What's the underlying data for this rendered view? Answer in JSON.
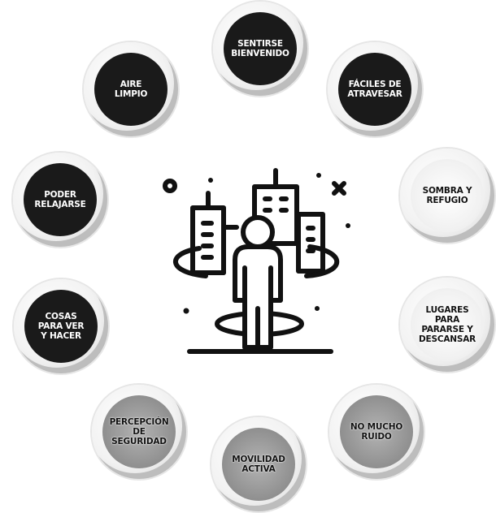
{
  "nodes": [
    {
      "id": "sentirse-bienvenido",
      "label": "SENTIRSE\nBIENVENIDO",
      "style": "dark"
    },
    {
      "id": "faciles-de-atravesar",
      "label": "FÁCILES DE\nATRAVESAR",
      "style": "dark"
    },
    {
      "id": "sombra-y-refugio",
      "label": "SOMBRA Y\nREFUGIO",
      "style": "light"
    },
    {
      "id": "lugares-para-pararse",
      "label": "LUGARES\nPARA\nPARARSE Y\nDESCANSAR",
      "style": "light"
    },
    {
      "id": "no-mucho-ruido",
      "label": "NO MUCHO\nRUIDO",
      "style": "gray"
    },
    {
      "id": "movilidad-activa",
      "label": "MOVILIDAD\nACTIVA",
      "style": "gray"
    },
    {
      "id": "percepcion-de-seguridad",
      "label": "PERCEPCIÓN\nDE\nSEGURIDAD",
      "style": "gray"
    },
    {
      "id": "cosas-para-ver",
      "label": "COSAS\nPARA VER\nY HACER",
      "style": "dark"
    },
    {
      "id": "poder-relajarse",
      "label": "PODER\nRELAJARSE",
      "style": "dark"
    },
    {
      "id": "aire-limpio",
      "label": "AIRE\nLIMPIO",
      "style": "dark"
    }
  ],
  "center": {
    "icon": "person-in-city-icon"
  },
  "colors": {
    "dark": "#1a1a1a",
    "light": "#f0f0f0",
    "gray": "#8f8f8f",
    "ink": "#111111"
  }
}
